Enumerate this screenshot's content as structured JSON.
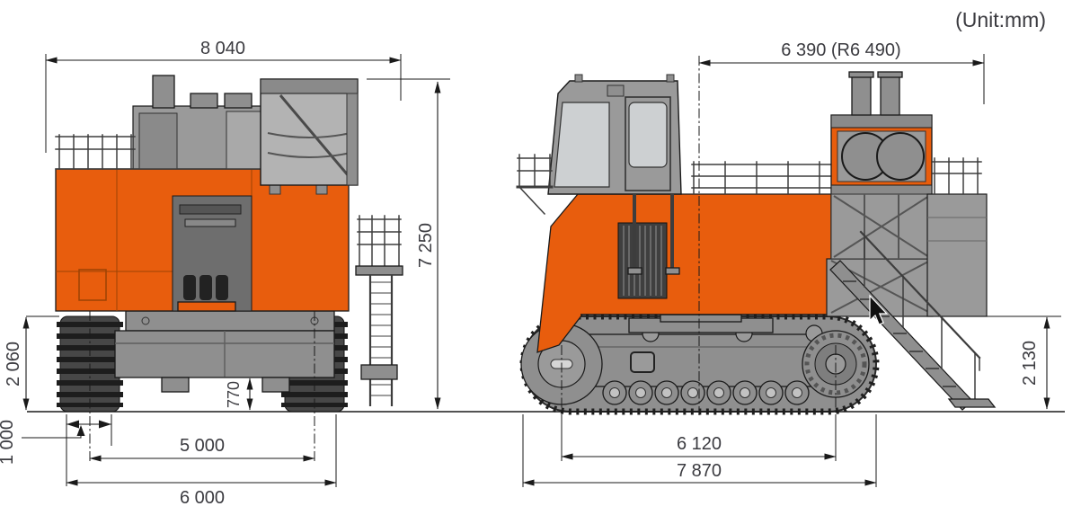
{
  "unit_label": "(Unit:mm)",
  "colors": {
    "body_orange": "#E85D0D",
    "machine_gray": "#8F8F8F",
    "line_dark": "#1a1a1a"
  },
  "front_view": {
    "dims": {
      "overall_width": "8 040",
      "overall_height": "7 250",
      "crawler_height": "2 060",
      "shoe_width": "1 000",
      "ground_clearance": "770",
      "track_gauge": "5 000",
      "overall_crawler_width": "6 000"
    }
  },
  "side_view": {
    "dims": {
      "rear_end_radius": "6 390 (R6 490)",
      "tumbler_distance": "6 120",
      "crawler_length": "7 870",
      "rear_clearance": "2 130"
    }
  }
}
